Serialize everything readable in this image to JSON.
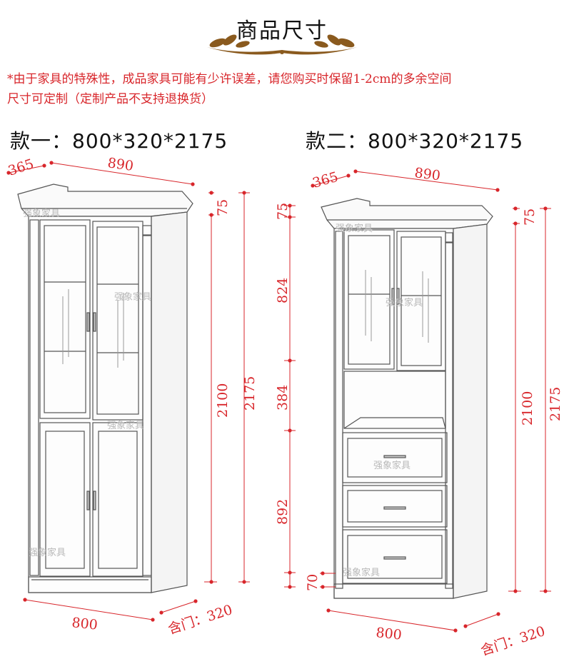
{
  "header": {
    "title": "商品尺寸",
    "note_line1": "*由于家具的特殊性，成品家具可能有少许误差，请您购买时保留1-2cm的多余空间",
    "note_line2": "尺寸可定制（定制产品不支持退换货）"
  },
  "model_a": {
    "label": "款一：800*320*2175",
    "dims": {
      "depth_top": "365",
      "width_top": "890",
      "crown": "75",
      "body": "2100",
      "total": "2175",
      "width_bottom": "800",
      "depth_bottom": "含门：320"
    }
  },
  "model_b": {
    "label": "款二：800*320*2175",
    "dims": {
      "depth_top": "365",
      "width_top": "890",
      "crown_left": "75",
      "crown_right": "75",
      "glass_section": "824",
      "open_section": "384",
      "drawer_section": "892",
      "plinth": "70",
      "body": "2100",
      "total": "2175",
      "width_bottom": "800",
      "depth_bottom": "含门：320"
    }
  },
  "watermark": "强象家具",
  "colors": {
    "dimension": "#d8262b",
    "line": "#555555",
    "text": "#111111"
  }
}
